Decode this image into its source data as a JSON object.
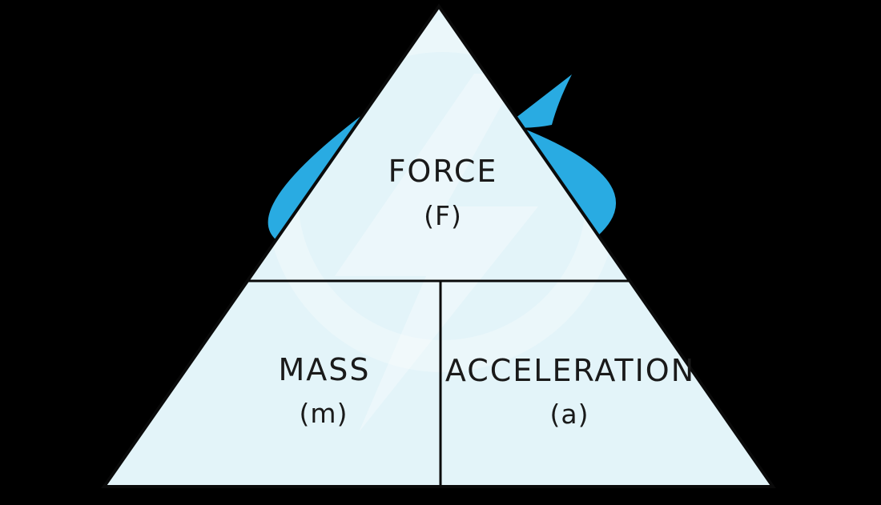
{
  "figure": {
    "description": "Formula triangle relating force, mass and acceleration (F = ma)",
    "sections": {
      "top": {
        "label": "FORCE",
        "symbol": "(F)"
      },
      "bottom_left": {
        "label": "MASS",
        "symbol": "(m)"
      },
      "bottom_right": {
        "label": "ACCELERATION",
        "symbol": "(a)"
      }
    }
  },
  "colors": {
    "background": "#000000",
    "triangle_fill": "#E3F4F9",
    "outline": "#0A0A0A",
    "accent_blue": "#29ABE2",
    "text": "#1A1A1A",
    "watermark": "#FFFFFF"
  }
}
